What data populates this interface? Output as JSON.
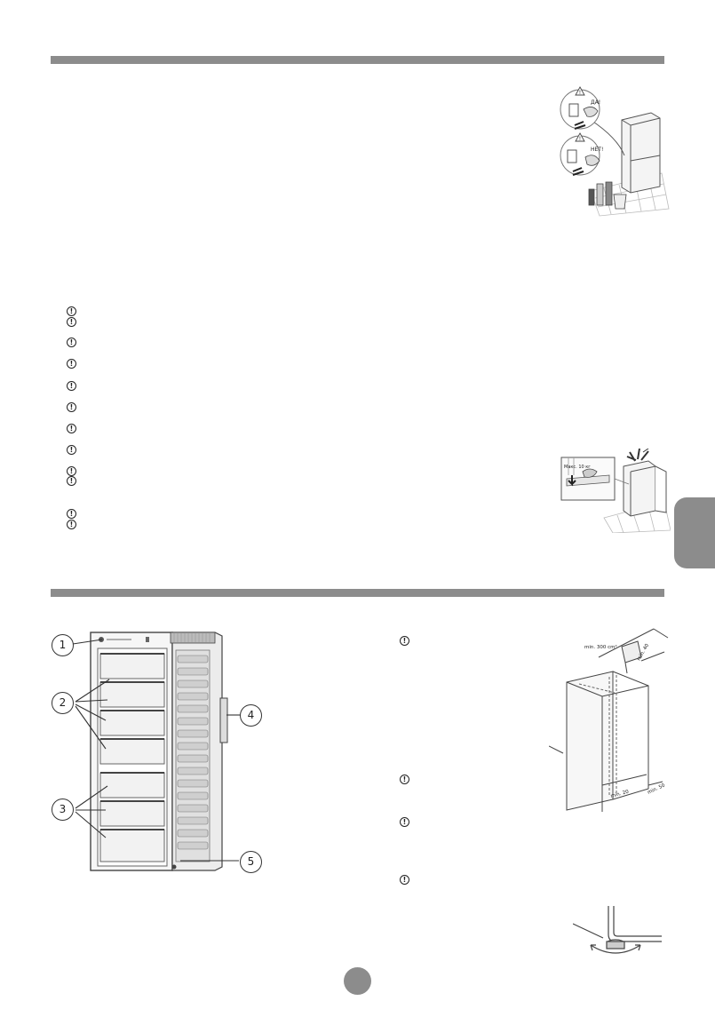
{
  "illustration_top": {
    "sign_yes": "ДА!",
    "sign_no": "НЕТ!"
  },
  "illustration_middle": {
    "label": "Макс. 10 кг"
  },
  "callouts": [
    "1",
    "2",
    "3",
    "4",
    "5"
  ],
  "dimensions": {
    "top_clearance": "min. 300 cm²",
    "top_depth": "min. 40",
    "front_width": "min. 20",
    "side_gap": "min. 50"
  },
  "warning_icon": "exclamation-circle-icon",
  "colors": {
    "bar": "#8c8c8c",
    "tab": "#8c8c8c"
  }
}
